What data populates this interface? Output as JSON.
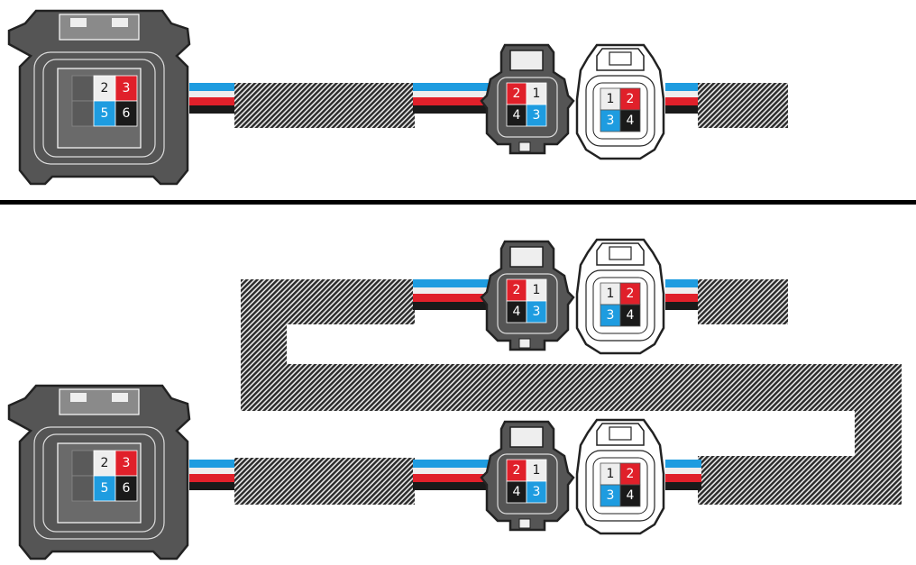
{
  "colors": {
    "blue": "#1e9ce0",
    "red": "#e0202a",
    "black": "#1a1a1a",
    "white_pin": "#eeeeee",
    "grey_body": "#555555",
    "grey_dark": "#222222",
    "white_body": "#ffffff",
    "divider": "#000000"
  },
  "wire_colors": [
    "blue",
    "white_pin",
    "red",
    "black"
  ],
  "large_connector": {
    "name": "6-pin-connector",
    "pins": [
      {
        "label": "2",
        "fill": "white_pin",
        "text": "black"
      },
      {
        "label": "3",
        "fill": "red",
        "text": "white_body"
      },
      {
        "label": "",
        "fill": "black",
        "text": "white_body"
      },
      {
        "label": "5",
        "fill": "blue",
        "text": "white_body"
      },
      {
        "label": "6",
        "fill": "black",
        "text": "white_body"
      }
    ]
  },
  "male_connector": {
    "name": "4-pin-male-connector",
    "pins": [
      {
        "label": "2",
        "fill": "red",
        "text": "white_body"
      },
      {
        "label": "1",
        "fill": "white_pin",
        "text": "black"
      },
      {
        "label": "4",
        "fill": "black",
        "text": "white_body"
      },
      {
        "label": "3",
        "fill": "blue",
        "text": "white_body"
      }
    ]
  },
  "female_connector": {
    "name": "4-pin-female-connector",
    "pins": [
      {
        "label": "1",
        "fill": "white_pin",
        "text": "black"
      },
      {
        "label": "2",
        "fill": "red",
        "text": "white_body"
      },
      {
        "label": "3",
        "fill": "blue",
        "text": "white_body"
      },
      {
        "label": "4",
        "fill": "black",
        "text": "white_body"
      }
    ]
  }
}
